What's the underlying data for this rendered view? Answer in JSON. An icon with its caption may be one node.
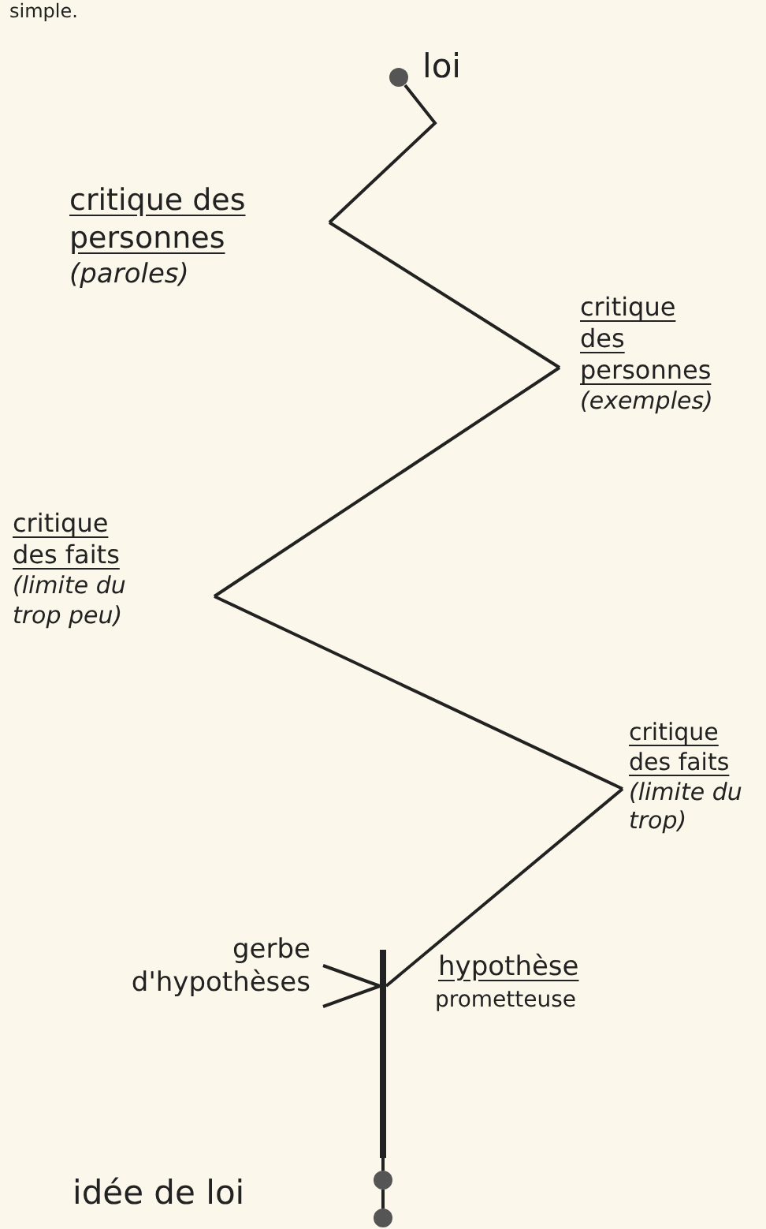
{
  "diagram": {
    "nodes": [
      {
        "text": [],
        "shape": "circle",
        "beside": [
          "loi"
        ]
      },
      {
        "text": [
          "critique des personnes",
          "(paroles)"
        ]
      },
      {
        "text": [
          "critique des personnes",
          "(exemples)"
        ]
      },
      {
        "text": [
          "critique des faits",
          "(limite du trop peu)"
        ]
      },
      {
        "text": [
          "critique des faits",
          "(limite du trop)"
        ]
      },
      {
        "text": [
          "gerbe d'hypothèses"
        ]
      },
      {
        "text": [],
        "shape": "bar"
      },
      {
        "text": [],
        "shape": "circle",
        "beside": [
          "idée de loi"
        ]
      },
      {
        "text": [],
        "shape": "circle"
      }
    ],
    "edges": [
      {
        "from": 0,
        "to": 1,
        "arrow": "none"
      },
      {
        "from": 1,
        "to": 2,
        "arrow": "none"
      },
      {
        "from": 2,
        "to": 3,
        "arrow": "none"
      },
      {
        "from": 3,
        "to": 4,
        "arrow": "none"
      },
      {
        "from": 4,
        "to": 6,
        "arrow": "none"
      },
      {
        "from": 5,
        "to": 6,
        "arrow": "none"
      },
      {
        "from": 5,
        "to": 6,
        "arrow": "none"
      },
      {
        "from": 6,
        "to": 7,
        "arrow": "none"
      },
      {
        "from": 7,
        "to": 8,
        "arrow": "none"
      }
    ],
    "labels": [
      "simple.",
      "hypothèse",
      "prometteuse"
    ]
  }
}
